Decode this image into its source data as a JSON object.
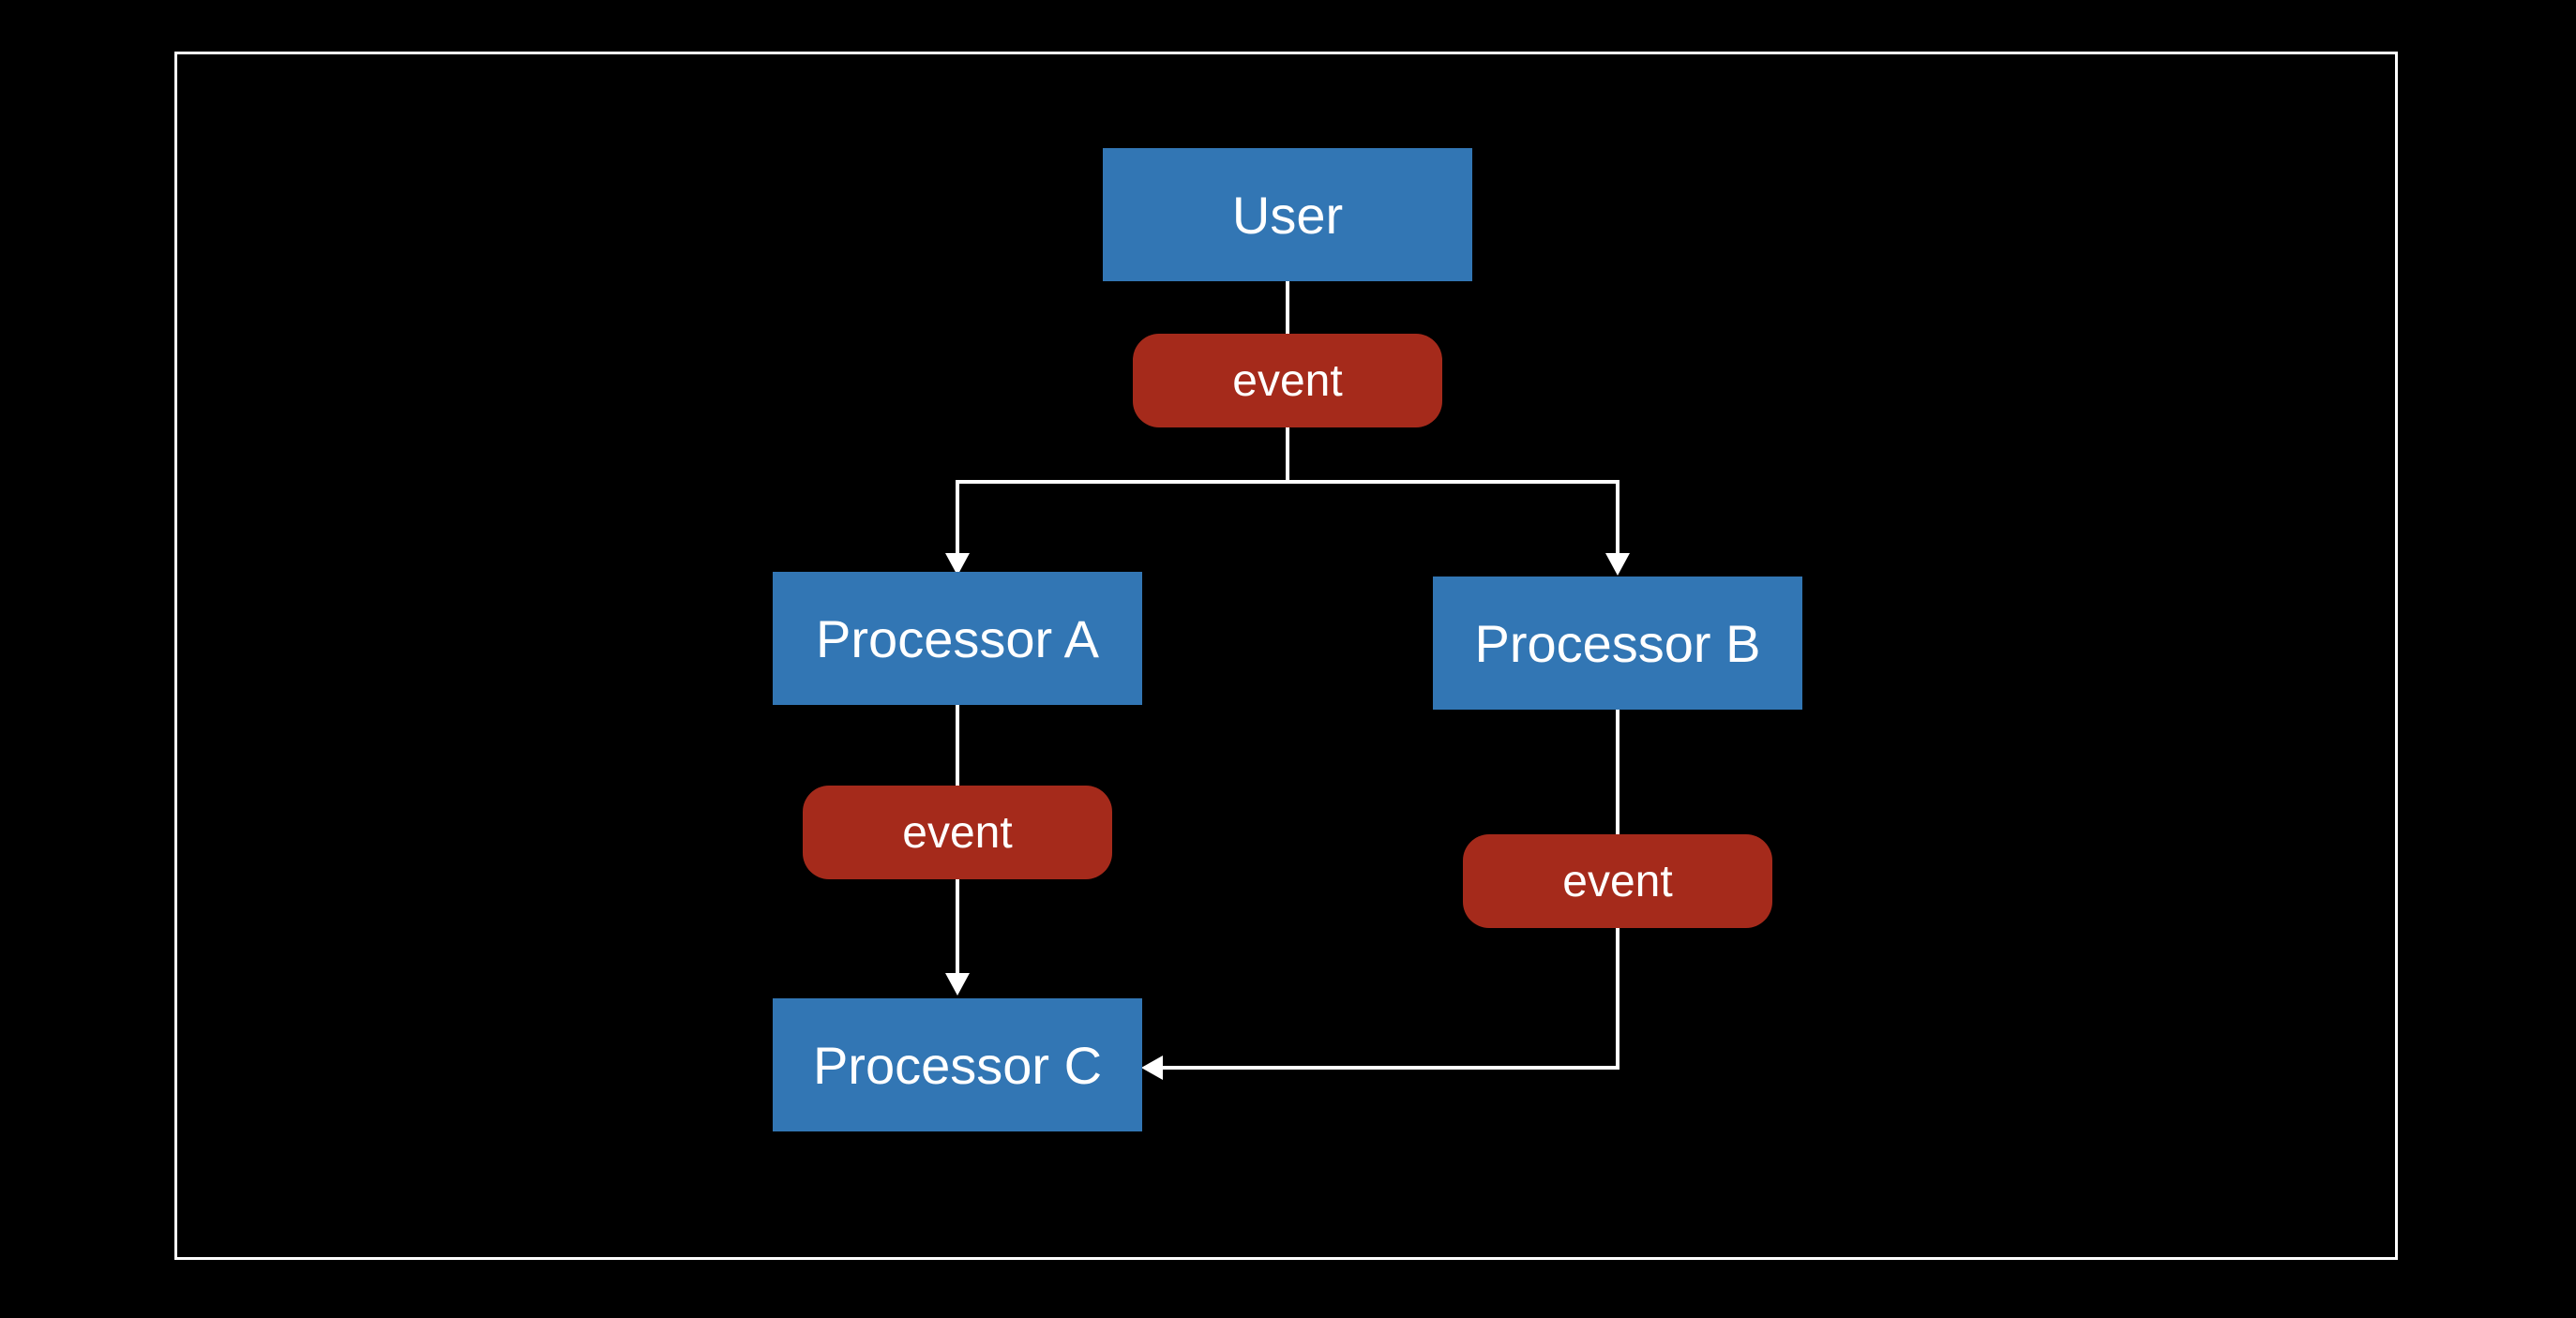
{
  "diagram": {
    "nodes": {
      "user": {
        "label": "User"
      },
      "event_top": {
        "label": "event"
      },
      "processor_a": {
        "label": "Processor A"
      },
      "processor_b": {
        "label": "Processor B"
      },
      "processor_c": {
        "label": "Processor C"
      },
      "event_a": {
        "label": "event"
      },
      "event_b": {
        "label": "event"
      }
    },
    "edges": [
      {
        "from": "User",
        "to": "Processor A",
        "via": "event"
      },
      {
        "from": "User",
        "to": "Processor B",
        "via": "event"
      },
      {
        "from": "Processor A",
        "to": "Processor C",
        "via": "event"
      },
      {
        "from": "Processor B",
        "to": "Processor C",
        "via": "event"
      }
    ],
    "colors": {
      "background": "#000000",
      "frame": "#ffffff",
      "connector": "#ffffff",
      "processor_fill": "#3276b4",
      "event_fill": "#a52a1b",
      "text": "#ffffff"
    }
  }
}
